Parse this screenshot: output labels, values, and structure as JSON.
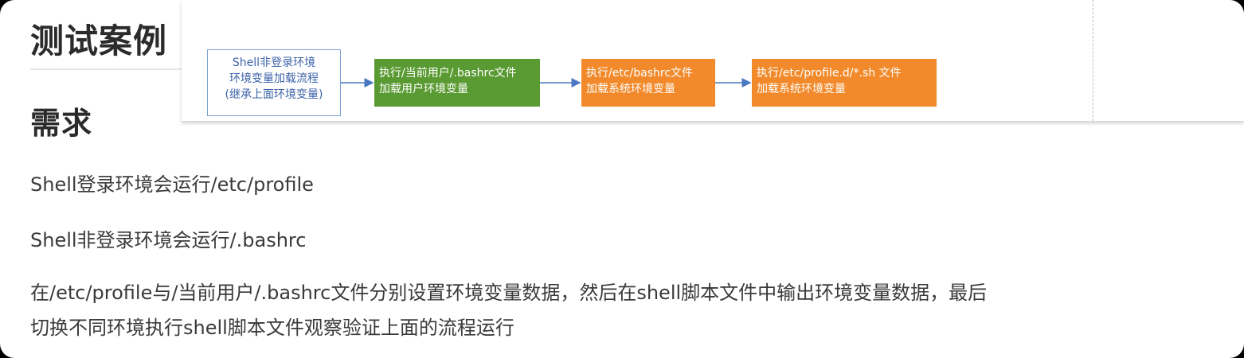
{
  "headings": {
    "title": "测试案例",
    "section": "需求"
  },
  "paragraphs": {
    "p1": "Shell登录环境会运行/etc/profile",
    "p2": "Shell非登录环境会运行/.bashrc",
    "p3_line1": "在/etc/profile与/当前用户/.bashrc文件分别设置环境变量数据，然后在shell脚本文件中输出环境变量数据，最后",
    "p3_line2": "切换不同环境执行shell脚本文件观察验证上面的流程运行"
  },
  "flow": {
    "start": {
      "line1": "Shell非登录环境",
      "line2": "环境变量加载流程",
      "line3": "(继承上面环境变量)"
    },
    "step1": {
      "line1": "执行/当前用户/.bashrc文件",
      "line2": "加载用户环境变量"
    },
    "step2": {
      "line1": "执行/etc/bashrc文件",
      "line2": "加载系统环境变量"
    },
    "step3": {
      "line1": "执行/etc/profile.d/*.sh 文件",
      "line2": "加载系统环境变量"
    },
    "colors": {
      "start_border": "#7aa0d0",
      "start_text": "#3c62a8",
      "step1_fill": "#5a9a32",
      "step2_fill": "#f28a2b",
      "step3_fill": "#f28a2b",
      "arrow": "#4a78c2"
    }
  }
}
